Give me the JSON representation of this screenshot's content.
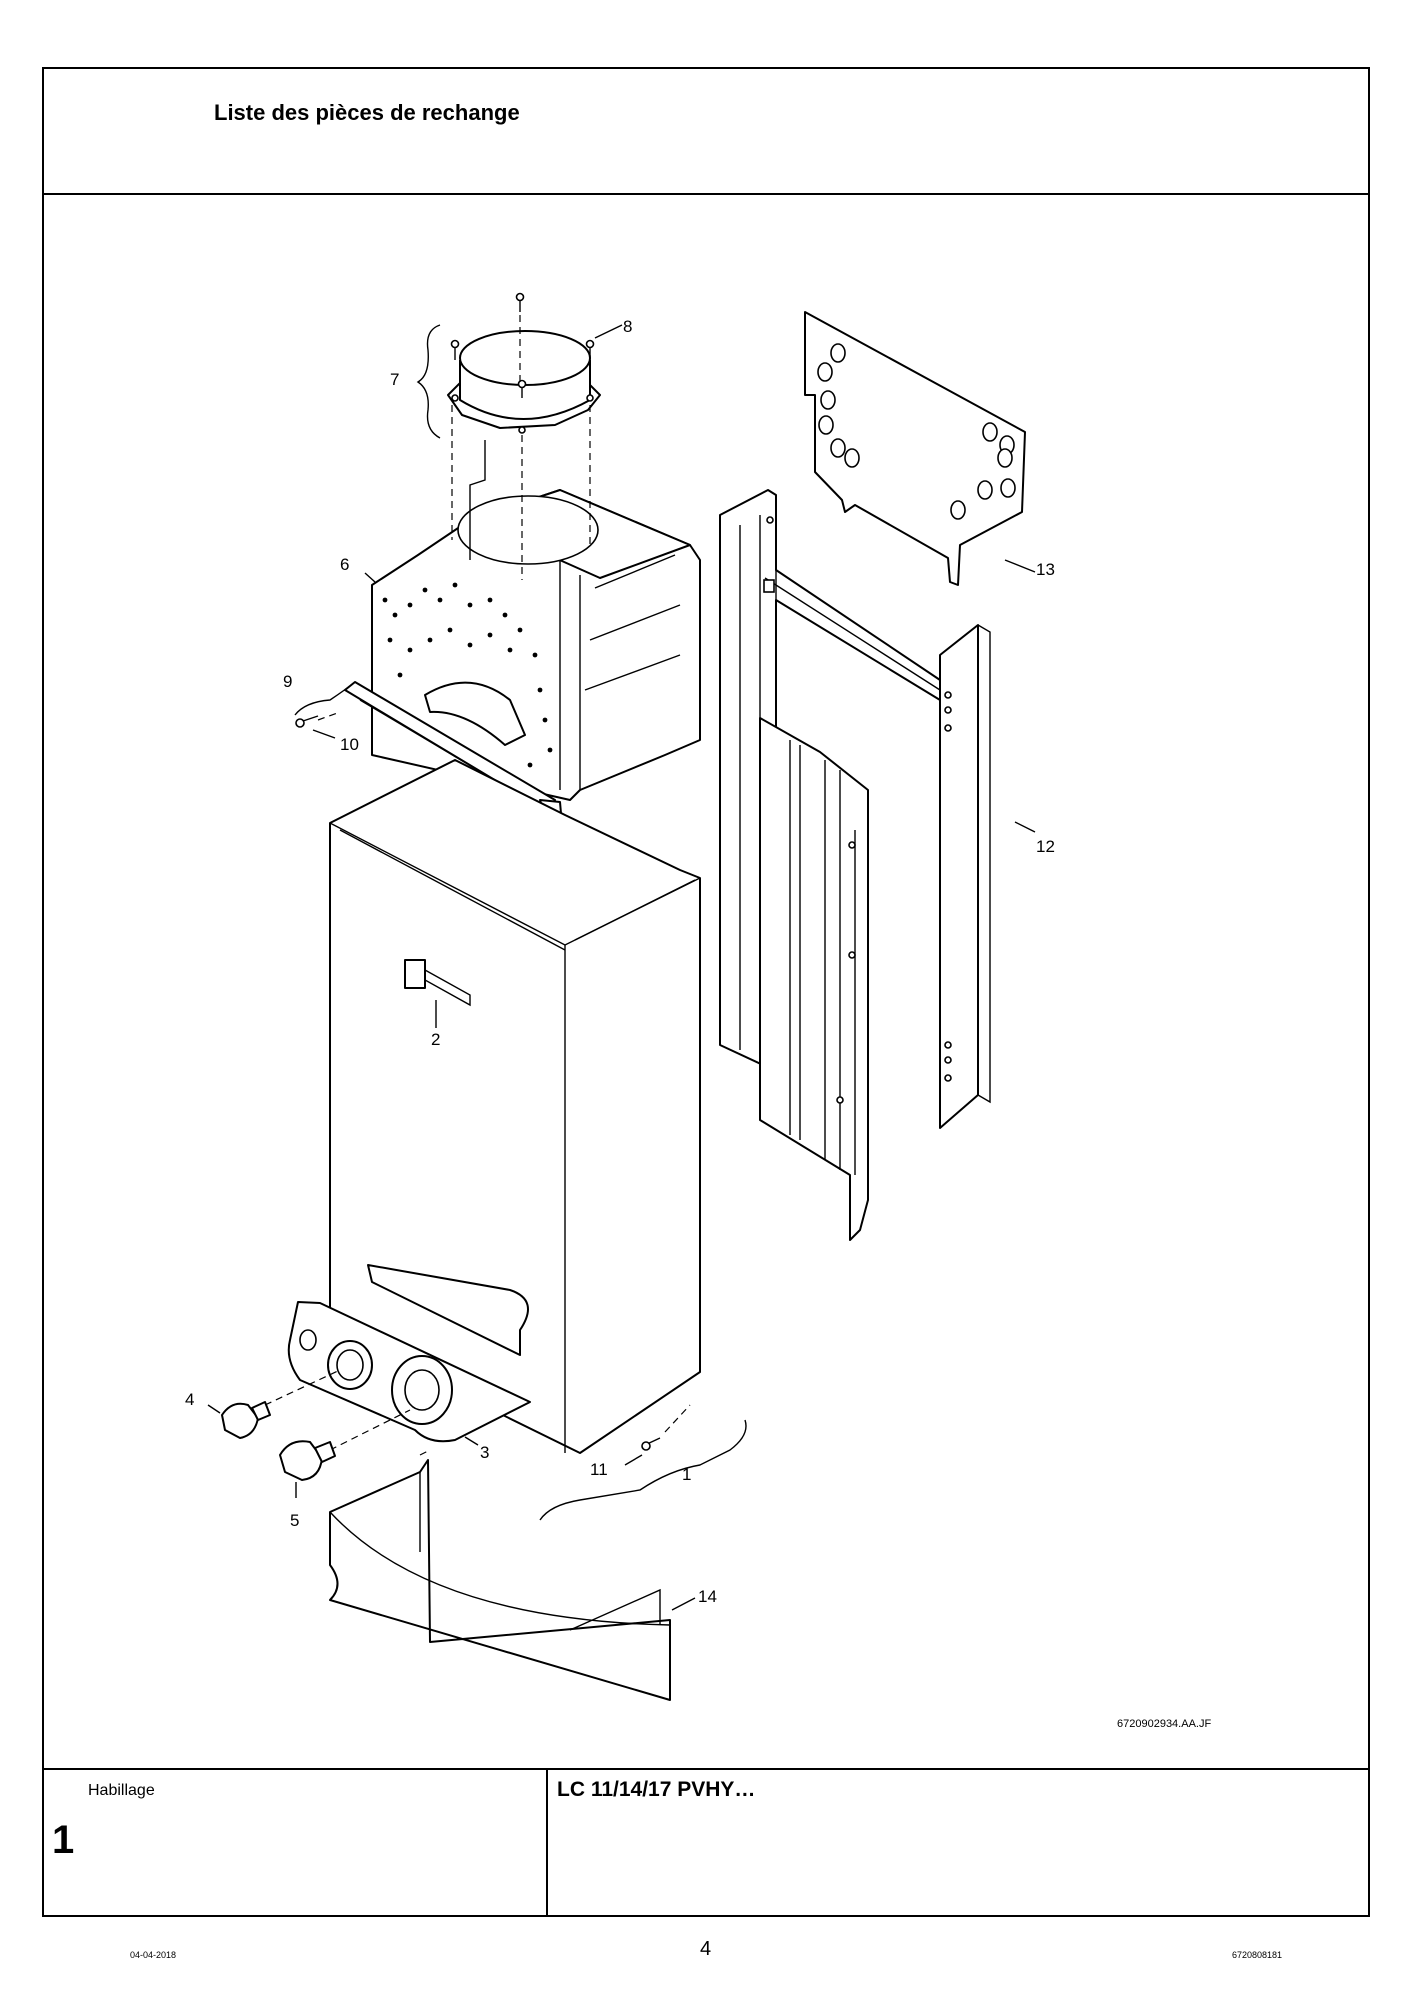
{
  "header": {
    "title": "Liste des pièces de rechange"
  },
  "diagram": {
    "figure_reference": "6720902934.AA.JF",
    "callouts": [
      "1",
      "2",
      "3",
      "4",
      "5",
      "6",
      "7",
      "8",
      "9",
      "10",
      "11",
      "12",
      "13",
      "14"
    ]
  },
  "footer_block": {
    "section_label": "Habillage",
    "section_number": "1",
    "model": "LC 11/14/17 PVHY…"
  },
  "page_footer": {
    "date": "04-04-2018",
    "page_number": "4",
    "document_code": "6720808181"
  }
}
